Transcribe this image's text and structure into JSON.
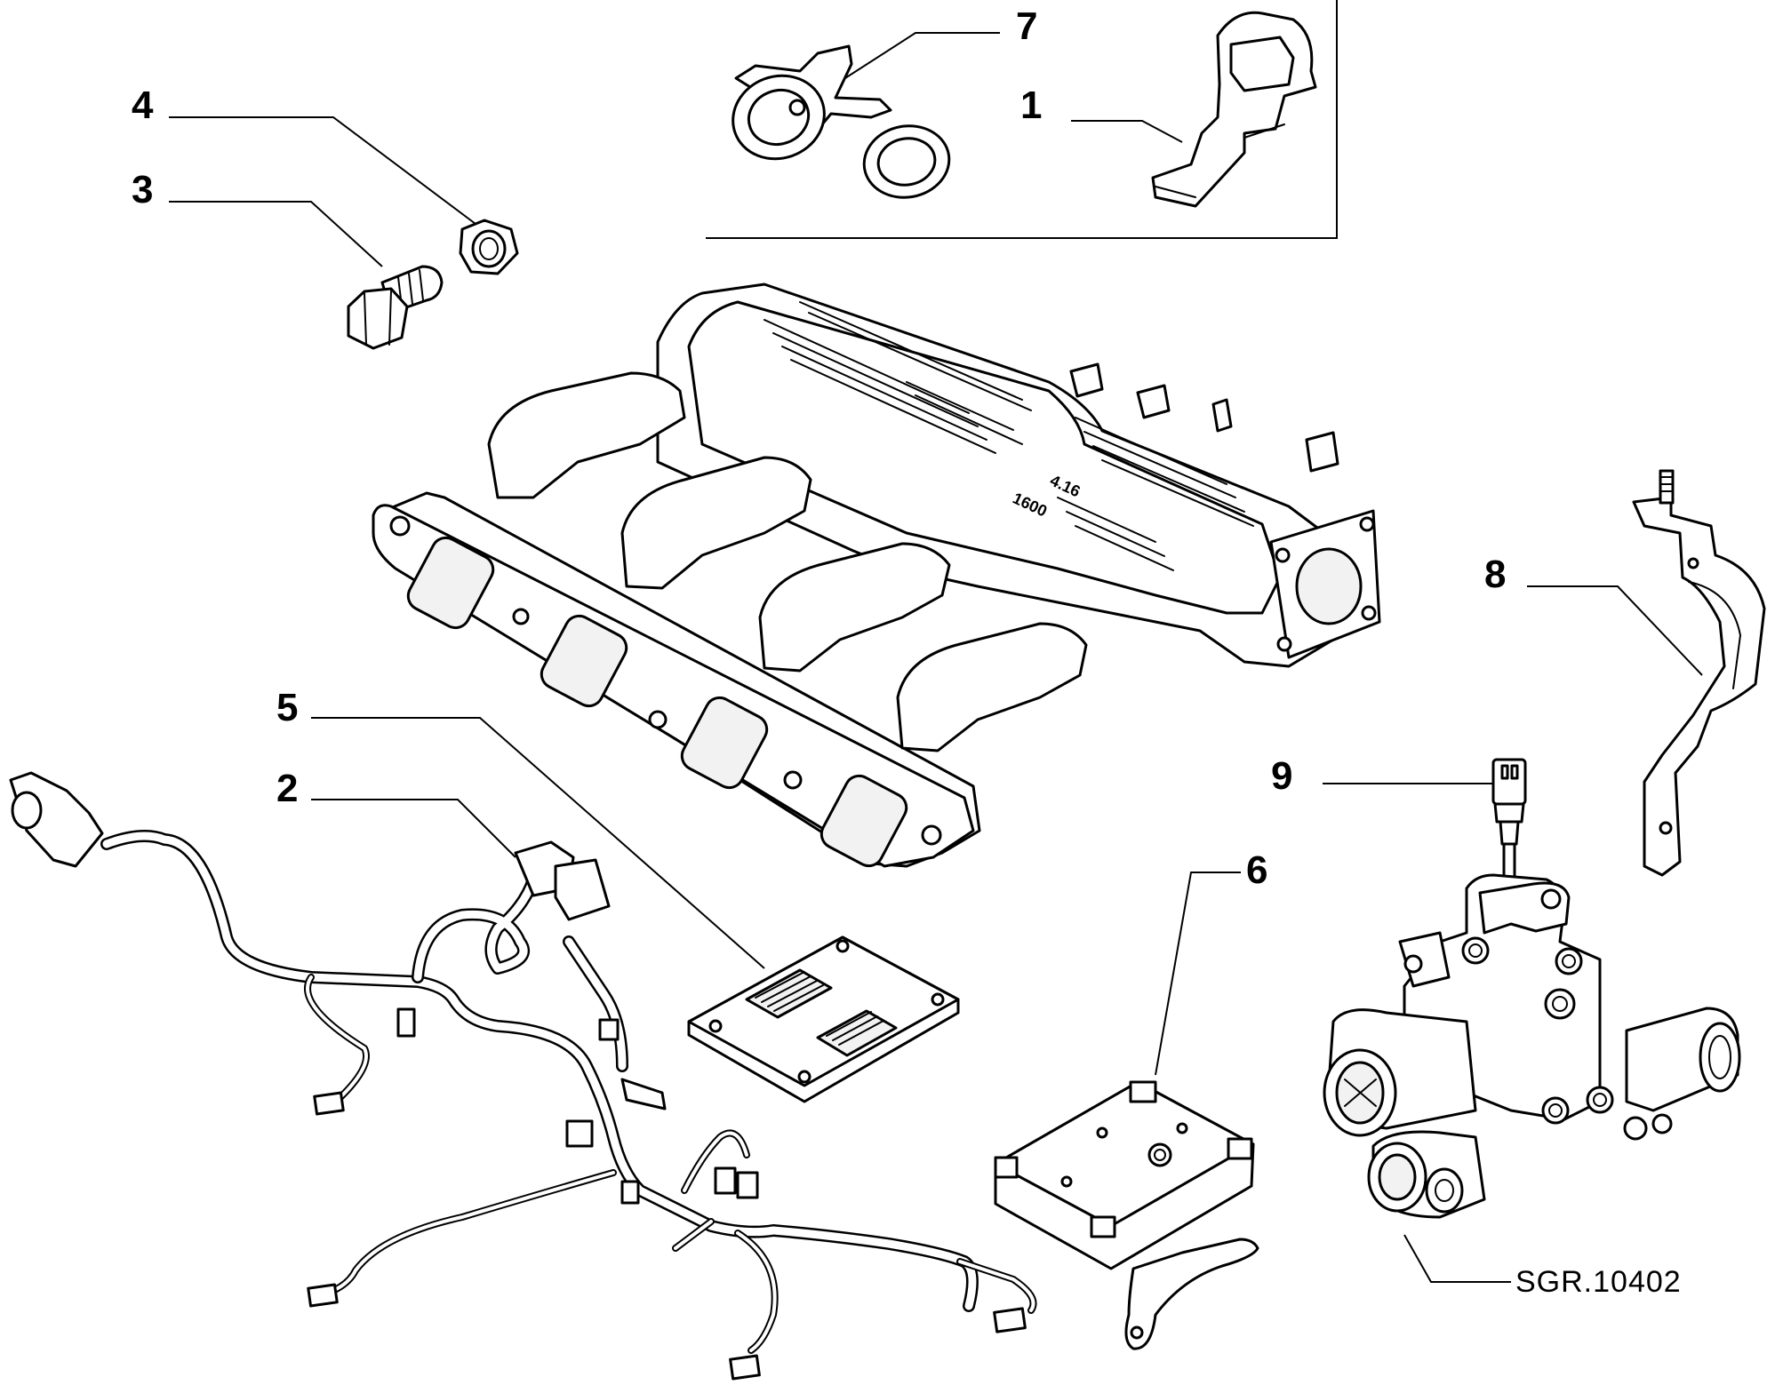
{
  "diagram": {
    "callouts": [
      {
        "id": "1",
        "label": "1"
      },
      {
        "id": "2",
        "label": "2"
      },
      {
        "id": "3",
        "label": "3"
      },
      {
        "id": "4",
        "label": "4"
      },
      {
        "id": "5",
        "label": "5"
      },
      {
        "id": "6",
        "label": "6"
      },
      {
        "id": "7",
        "label": "7"
      },
      {
        "id": "8",
        "label": "8"
      },
      {
        "id": "9",
        "label": "9"
      }
    ],
    "reference_code": "SGR.10402",
    "manifold_marking": [
      "4.16",
      "1600"
    ]
  }
}
